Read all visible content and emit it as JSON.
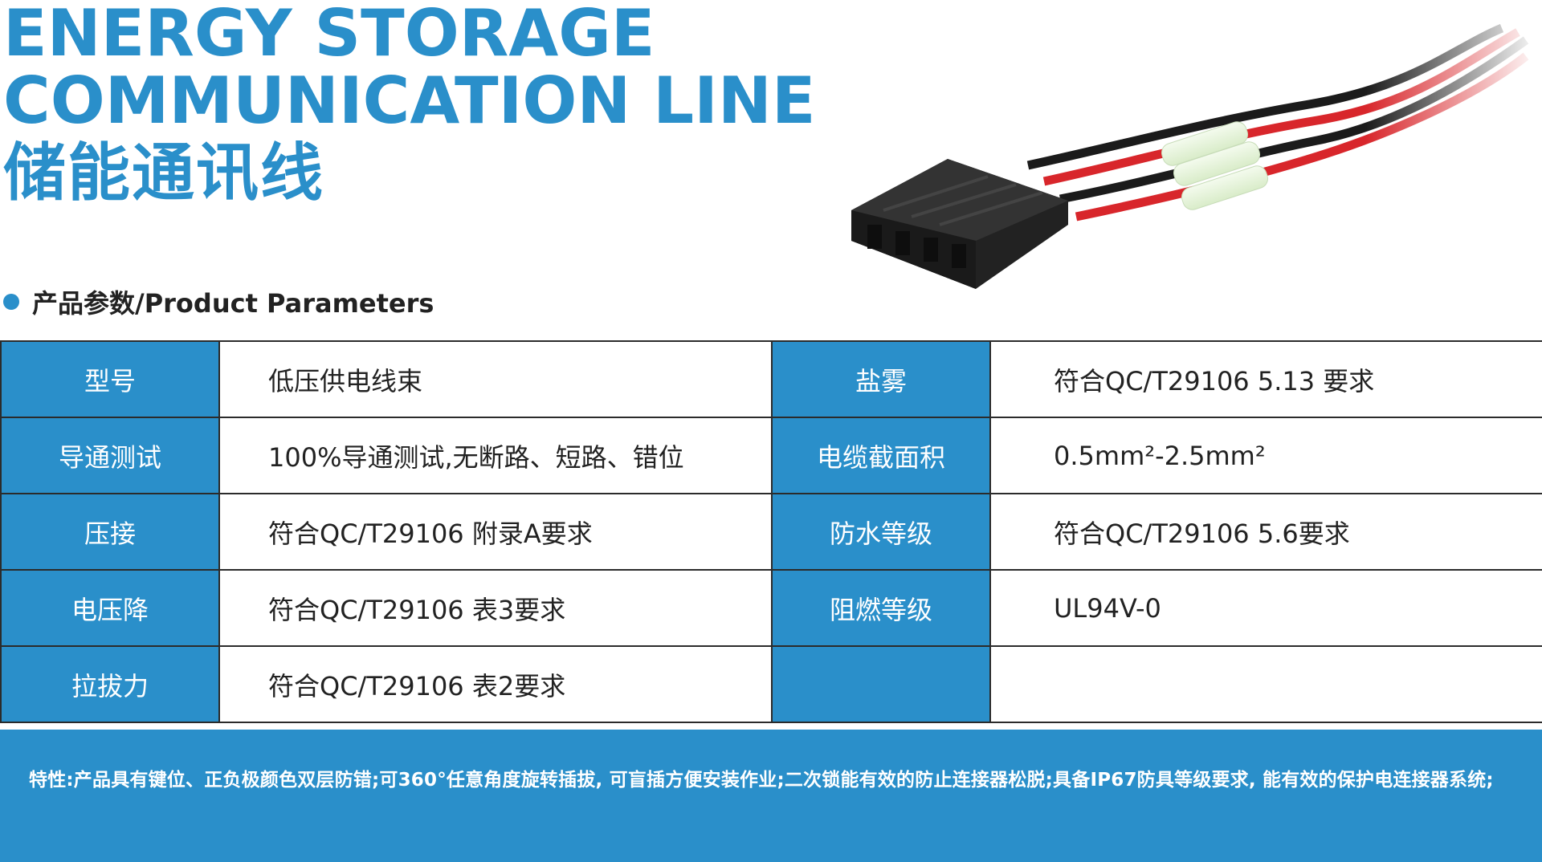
{
  "title": {
    "en_line1": "ENERGY STORAGE",
    "en_line2": "COMMUNICATION LINE",
    "cn": "储能通讯线"
  },
  "section": {
    "label": "产品参数/Product Parameters"
  },
  "table": {
    "rows": [
      {
        "l1": "型号",
        "v1": "低压供电线束",
        "l2": "盐雾",
        "v2": "符合QC/T29106 5.13 要求"
      },
      {
        "l1": "导通测试",
        "v1": "100%导通测试,无断路、短路、错位",
        "l2": "电缆截面积",
        "v2": "0.5mm²-2.5mm²"
      },
      {
        "l1": "压接",
        "v1": "符合QC/T29106 附录A要求",
        "l2": "防水等级",
        "v2": "符合QC/T29106 5.6要求"
      },
      {
        "l1": "电压降",
        "v1": "符合QC/T29106 表3要求",
        "l2": "阻燃等级",
        "v2": "UL94V-0"
      },
      {
        "l1": "拉拔力",
        "v1": "符合QC/T29106 表2要求",
        "l2": "",
        "v2": ""
      }
    ]
  },
  "features": {
    "text": "特性:产品具有键位、正负极颜色双层防错;可360°任意角度旋转插拔, 可盲插方便安装作业;二次锁能有效的防止连接器松脱;具备IP67防具等级要求, 能有效的保护电连接器系统;"
  },
  "colors": {
    "brand_blue": "#2a8fca",
    "border": "#2b2b2b"
  },
  "icons": {
    "bullet": "dot-bullet-icon",
    "product": "connector-cable-illustration"
  }
}
